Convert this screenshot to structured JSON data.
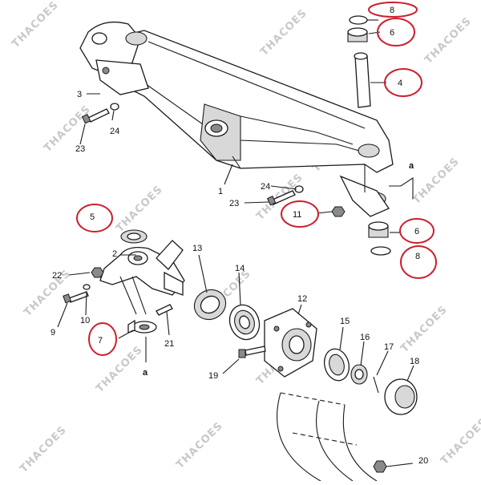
{
  "diagram": {
    "part_numbers": [
      "8",
      "6",
      "4",
      "3",
      "24",
      "23",
      "1",
      "24",
      "23",
      "11",
      "a",
      "5",
      "6",
      "8",
      "2",
      "13",
      "14",
      "12",
      "22",
      "10",
      "9",
      "7",
      "21",
      "a",
      "15",
      "16",
      "17",
      "18",
      "19",
      "20"
    ],
    "watermark": "THACOES",
    "highlight_color": "#cc1f2f"
  }
}
